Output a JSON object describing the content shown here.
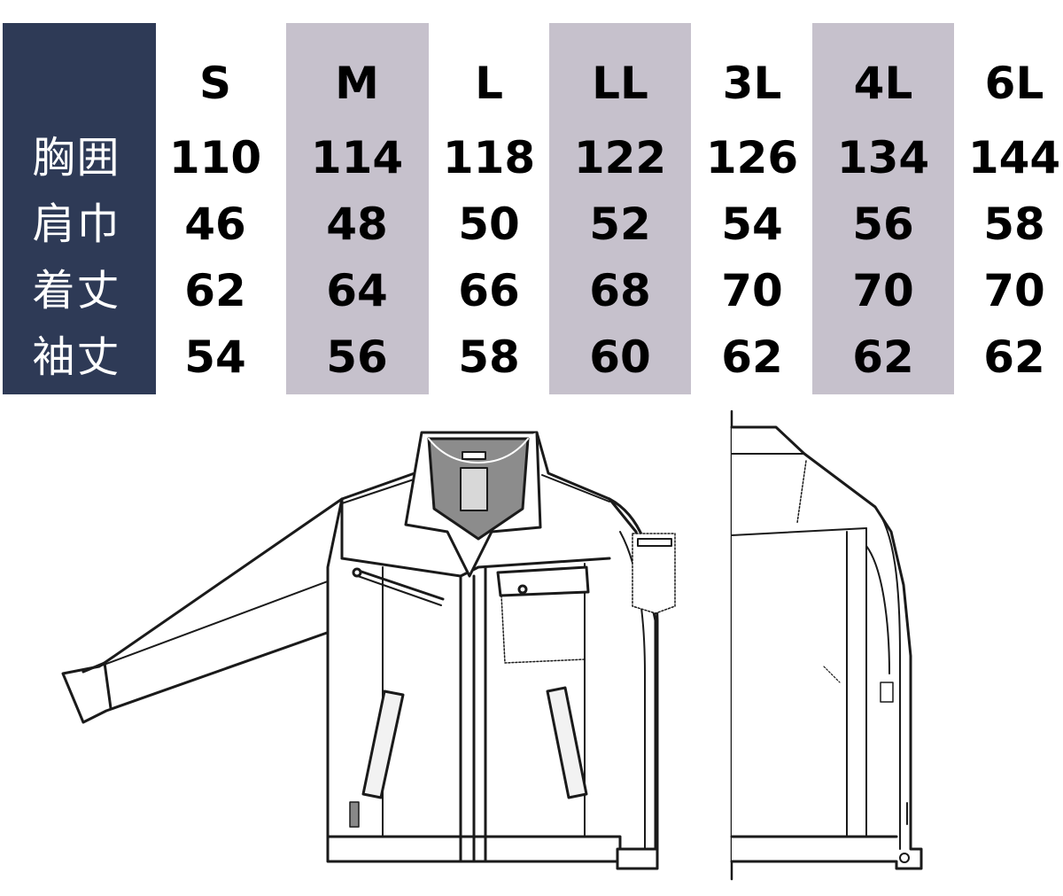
{
  "size_table": {
    "colors": {
      "label_column": "#2e3a56",
      "shaded_column": "#c6c1cc",
      "text": "#000000",
      "label_text": "#ffffff"
    },
    "sizes": [
      "S",
      "M",
      "L",
      "LL",
      "3L",
      "4L",
      "6L"
    ],
    "shaded_sizes": [
      "M",
      "LL",
      "4L"
    ],
    "rows": [
      {
        "label": "胸囲",
        "values": [
          "110",
          "114",
          "118",
          "122",
          "126",
          "134",
          "144"
        ]
      },
      {
        "label": "肩巾",
        "values": [
          "46",
          "48",
          "50",
          "52",
          "54",
          "56",
          "58"
        ]
      },
      {
        "label": "着丈",
        "values": [
          "62",
          "64",
          "66",
          "68",
          "70",
          "70",
          "70"
        ]
      },
      {
        "label": "袖丈",
        "values": [
          "54",
          "56",
          "58",
          "60",
          "62",
          "62",
          "62"
        ]
      }
    ]
  },
  "illustration": {
    "front_view": "jacket-front-icon",
    "side_view": "jacket-side-icon"
  }
}
